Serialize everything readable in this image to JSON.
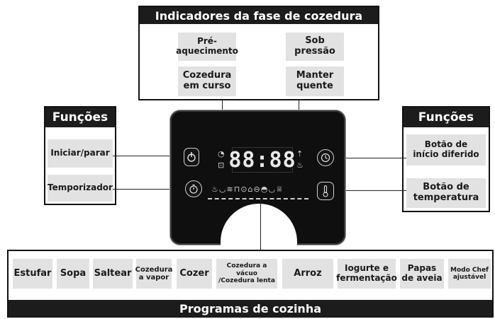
{
  "top_section": {
    "title": "Indicadores da fase de cozedura",
    "indicators": [
      {
        "label": "Pré-\naquecimento"
      },
      {
        "label": "Sob\npressão"
      },
      {
        "label": "Cozedura\nem curso"
      },
      {
        "label": "Manter\nquente"
      }
    ]
  },
  "left_section": {
    "title": "Funções",
    "items": [
      {
        "label": "Iniciar/parar"
      },
      {
        "label": "Temporizador"
      }
    ]
  },
  "right_section": {
    "title": "Funções",
    "items": [
      {
        "label": "Botão de\ninício diferido"
      },
      {
        "label": "Botão de\ntemperatura"
      }
    ]
  },
  "display": {
    "value": "88:88"
  },
  "programs": {
    "title": "Programas de cozinha",
    "items": [
      {
        "label": "Estufar"
      },
      {
        "label": "Sopa"
      },
      {
        "label": "Saltear"
      },
      {
        "label": "Cozedura\na vapor"
      },
      {
        "label": "Cozer"
      },
      {
        "label": "Cozedura a vácuo\n/Cozedura lenta"
      },
      {
        "label": "Arroz"
      },
      {
        "label": "Iogurte e\nfermentação"
      },
      {
        "label": "Papas\nde aveia"
      },
      {
        "label": "Modo Chef\najustável"
      }
    ]
  }
}
